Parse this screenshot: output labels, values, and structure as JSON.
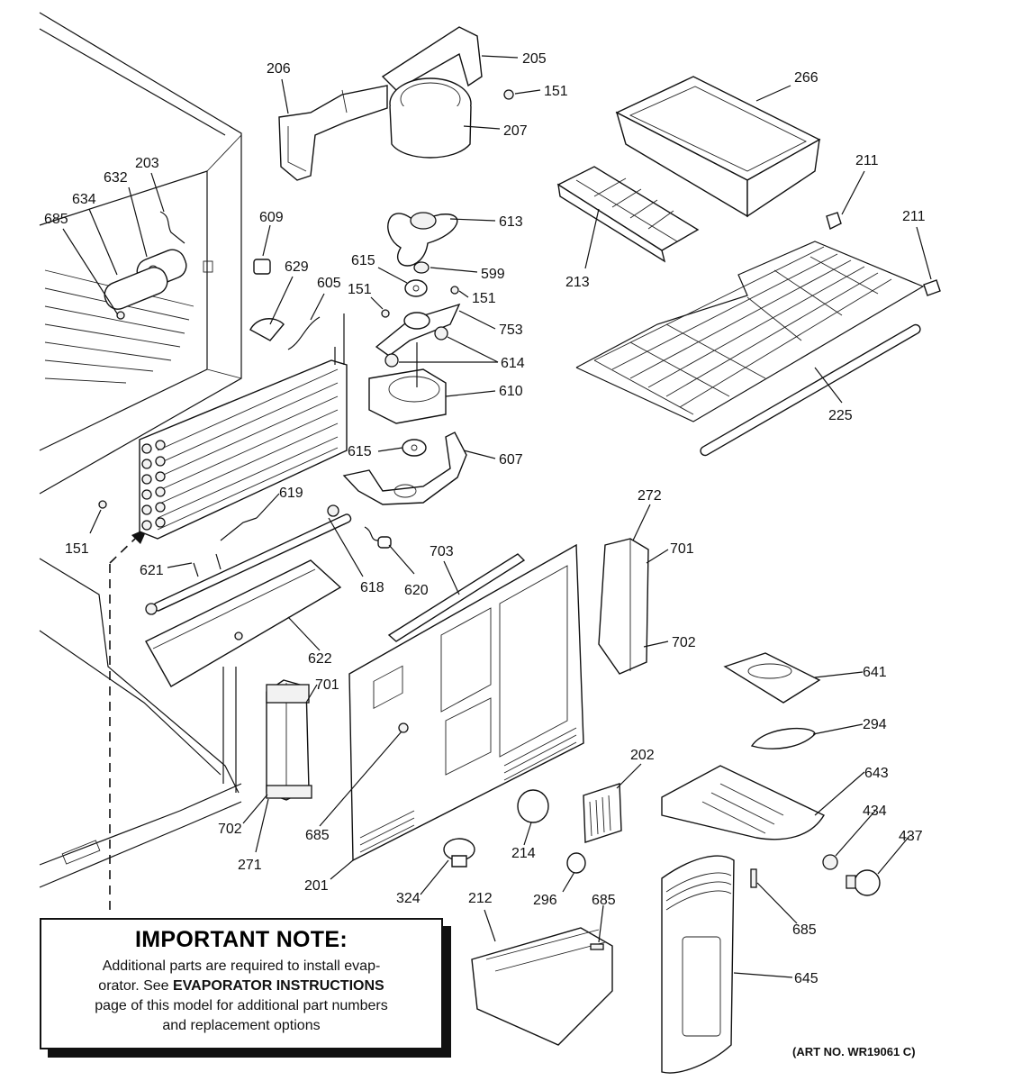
{
  "callouts": [
    {
      "id": "c205",
      "text": "205"
    },
    {
      "id": "c206",
      "text": "206"
    },
    {
      "id": "c151a",
      "text": "151"
    },
    {
      "id": "c207",
      "text": "207"
    },
    {
      "id": "c266",
      "text": "266"
    },
    {
      "id": "c203",
      "text": "203"
    },
    {
      "id": "c632",
      "text": "632"
    },
    {
      "id": "c634",
      "text": "634"
    },
    {
      "id": "c685a",
      "text": "685"
    },
    {
      "id": "c609",
      "text": "609"
    },
    {
      "id": "c613",
      "text": "613"
    },
    {
      "id": "c211a",
      "text": "211"
    },
    {
      "id": "c211b",
      "text": "211"
    },
    {
      "id": "c629",
      "text": "629"
    },
    {
      "id": "c615a",
      "text": "615"
    },
    {
      "id": "c599",
      "text": "599"
    },
    {
      "id": "c605",
      "text": "605"
    },
    {
      "id": "c151b",
      "text": "151"
    },
    {
      "id": "c151c",
      "text": "151"
    },
    {
      "id": "c213",
      "text": "213"
    },
    {
      "id": "c753",
      "text": "753"
    },
    {
      "id": "c614",
      "text": "614"
    },
    {
      "id": "c610",
      "text": "610"
    },
    {
      "id": "c225",
      "text": "225"
    },
    {
      "id": "c615b",
      "text": "615"
    },
    {
      "id": "c607",
      "text": "607"
    },
    {
      "id": "c619",
      "text": "619"
    },
    {
      "id": "c272",
      "text": "272"
    },
    {
      "id": "c151d",
      "text": "151"
    },
    {
      "id": "c701a",
      "text": "701"
    },
    {
      "id": "c703",
      "text": "703"
    },
    {
      "id": "c621",
      "text": "621"
    },
    {
      "id": "c618",
      "text": "618"
    },
    {
      "id": "c620",
      "text": "620"
    },
    {
      "id": "c702a",
      "text": "702"
    },
    {
      "id": "c622",
      "text": "622"
    },
    {
      "id": "c641",
      "text": "641"
    },
    {
      "id": "c701b",
      "text": "701"
    },
    {
      "id": "c294",
      "text": "294"
    },
    {
      "id": "c202",
      "text": "202"
    },
    {
      "id": "c643",
      "text": "643"
    },
    {
      "id": "c434",
      "text": "434"
    },
    {
      "id": "c437",
      "text": "437"
    },
    {
      "id": "c702b",
      "text": "702"
    },
    {
      "id": "c685b",
      "text": "685"
    },
    {
      "id": "c214",
      "text": "214"
    },
    {
      "id": "c271",
      "text": "271"
    },
    {
      "id": "c201",
      "text": "201"
    },
    {
      "id": "c324",
      "text": "324"
    },
    {
      "id": "c212",
      "text": "212"
    },
    {
      "id": "c685c",
      "text": "685"
    },
    {
      "id": "c296",
      "text": "296"
    },
    {
      "id": "c685d",
      "text": "685"
    },
    {
      "id": "c645",
      "text": "645"
    }
  ],
  "note": {
    "title": "IMPORTANT NOTE:",
    "line1": "Additional parts are required to install evap-",
    "line2_pre": "orator.  See ",
    "line2_bold": "EVAPORATOR INSTRUCTIONS",
    "line3": "page of this model for additional part numbers",
    "line4": "and replacement options"
  },
  "art_no": "(ART NO. WR19061 C)"
}
